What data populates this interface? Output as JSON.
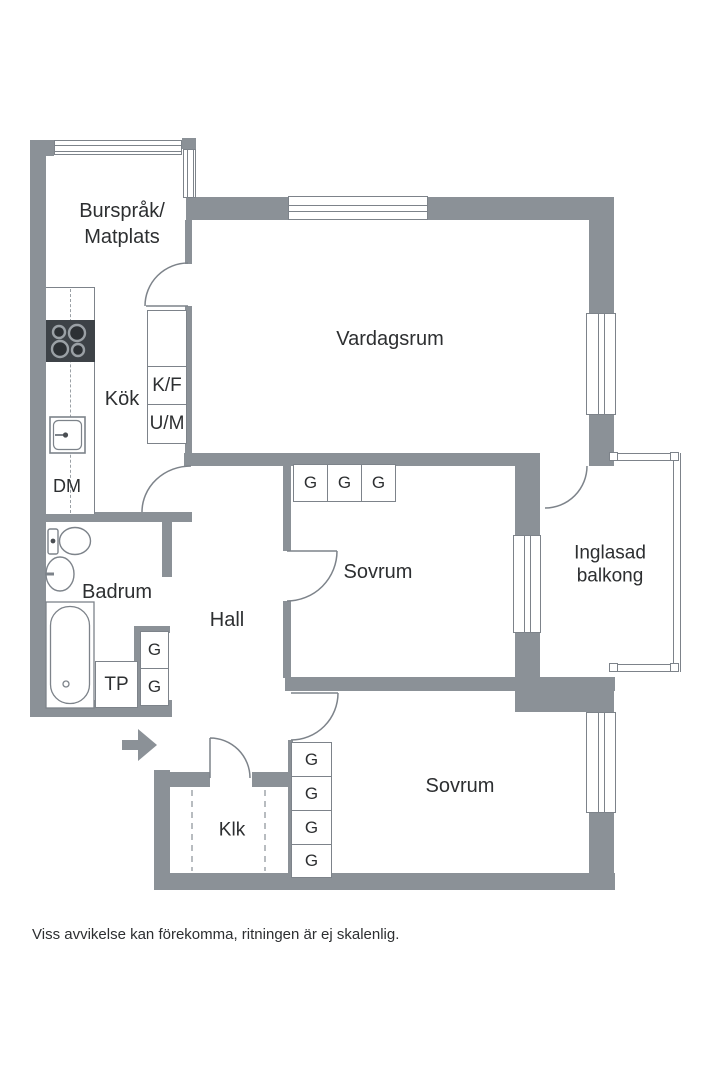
{
  "rooms": {
    "bursprak_line1": "Burspråk/",
    "bursprak_line2": "Matplats",
    "vardagsrum": "Vardagsrum",
    "kok": "Kök",
    "sovrum_top": "Sovrum",
    "sovrum_bottom": "Sovrum",
    "badrum": "Badrum",
    "hall": "Hall",
    "klk": "Klk",
    "balkong_line1": "Inglasad",
    "balkong_line2": "balkong"
  },
  "fixtures": {
    "fridge_freezer": "K/F",
    "washer": "U/M",
    "dishwasher": "DM",
    "laundry_tower": "TP",
    "wardrobe": "G"
  },
  "footer": "Viss avvikelse kan förekomma, ritningen är ej skalenlig.",
  "colors": {
    "wall": "#8b9197",
    "line": "#7d838a",
    "text": "#2d2f31"
  }
}
